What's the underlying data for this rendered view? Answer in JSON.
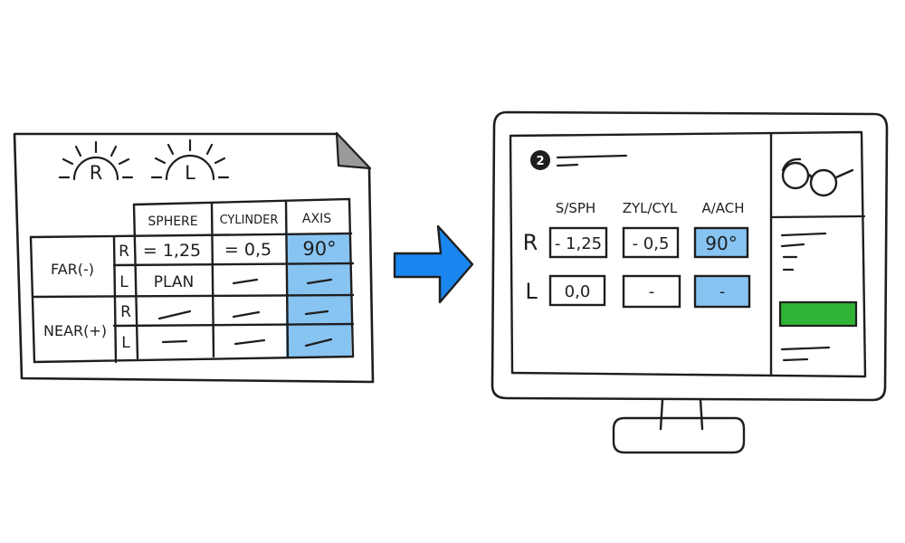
{
  "colors": {
    "ink": "#1e1e1e",
    "highlight": "#88c4f2",
    "arrow": "#1a86f0",
    "green": "#2fb335",
    "corner_fold": "#9a9a9a"
  },
  "paper_form": {
    "dials": [
      "R",
      "L"
    ],
    "columns": [
      "SPHERE",
      "CYLINDER",
      "AXIS"
    ],
    "sections": [
      {
        "label": "FAR(-)",
        "rows": [
          {
            "eye": "R",
            "sphere": "= 1,25",
            "cylinder": "= 0,5",
            "axis": "90°"
          },
          {
            "eye": "L",
            "sphere": "PLAN",
            "cylinder": "",
            "axis": ""
          }
        ]
      },
      {
        "label": "NEAR(+)",
        "rows": [
          {
            "eye": "R",
            "sphere": "",
            "cylinder": "",
            "axis": ""
          },
          {
            "eye": "L",
            "sphere": "",
            "cylinder": "",
            "axis": ""
          }
        ]
      }
    ],
    "highlight_column": "AXIS"
  },
  "arrow": {
    "direction": "right",
    "icon": "arrow-right-icon"
  },
  "monitor": {
    "step_number": "2",
    "columns": [
      "S/SPH",
      "ZYL/CYL",
      "A/ACH"
    ],
    "rows": [
      {
        "eye": "R",
        "values": [
          "- 1,25",
          "- 0,5",
          "90°"
        ]
      },
      {
        "eye": "L",
        "values": [
          "0,0",
          "-",
          "-"
        ]
      }
    ],
    "highlight_column": "A/ACH",
    "side_panel": {
      "icon": "glasses-icon",
      "button_color": "green"
    }
  }
}
